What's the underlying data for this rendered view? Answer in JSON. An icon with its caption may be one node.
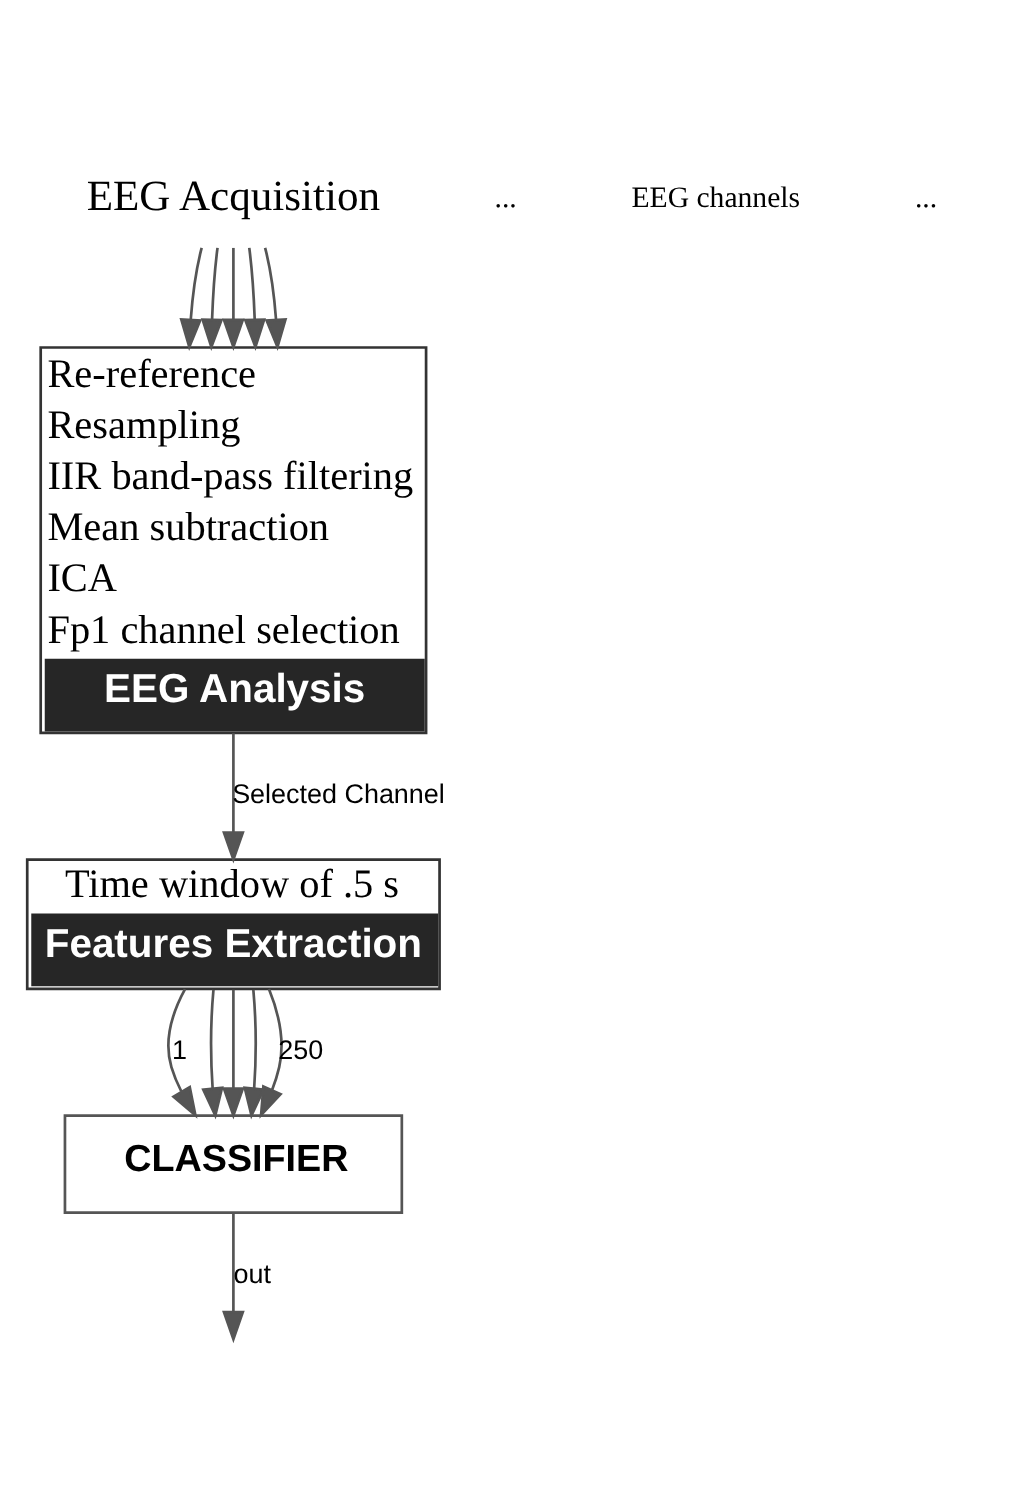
{
  "diagram": {
    "nodes": [
      {
        "text": [
          "EEG Acquisition"
        ]
      },
      {
        "text": [
          "Re-reference",
          "Resampling",
          "IIR band-pass filtering",
          "Mean subtraction",
          "ICA",
          "Fp1 channel selection",
          "EEG Analysis"
        ]
      },
      {
        "text": [
          "Time window of .5 s",
          "Features Extraction"
        ]
      },
      {
        "text": [
          "CLASSIFIER"
        ]
      }
    ],
    "edges": [
      {
        "from": 0,
        "to": 1,
        "arrow": "to"
      },
      {
        "from": 0,
        "to": 1,
        "arrow": "to"
      },
      {
        "from": 0,
        "to": 1,
        "arrow": "to"
      },
      {
        "from": 0,
        "to": 1,
        "arrow": "to"
      },
      {
        "from": 0,
        "to": 1,
        "arrow": "to"
      },
      {
        "from": 1,
        "to": 2,
        "arrow": "to",
        "label": "Selected Channel"
      },
      {
        "from": 2,
        "to": 3,
        "arrow": "to",
        "label": "1"
      },
      {
        "from": 2,
        "to": 3,
        "arrow": "to"
      },
      {
        "from": 2,
        "to": 3,
        "arrow": "to"
      },
      {
        "from": 2,
        "to": 3,
        "arrow": "to"
      },
      {
        "from": 2,
        "to": 3,
        "arrow": "to",
        "label": "250"
      },
      {
        "from": 3,
        "to": null,
        "arrow": "to",
        "label": "out"
      }
    ],
    "labels": [
      "...",
      "EEG channels",
      "..."
    ]
  }
}
